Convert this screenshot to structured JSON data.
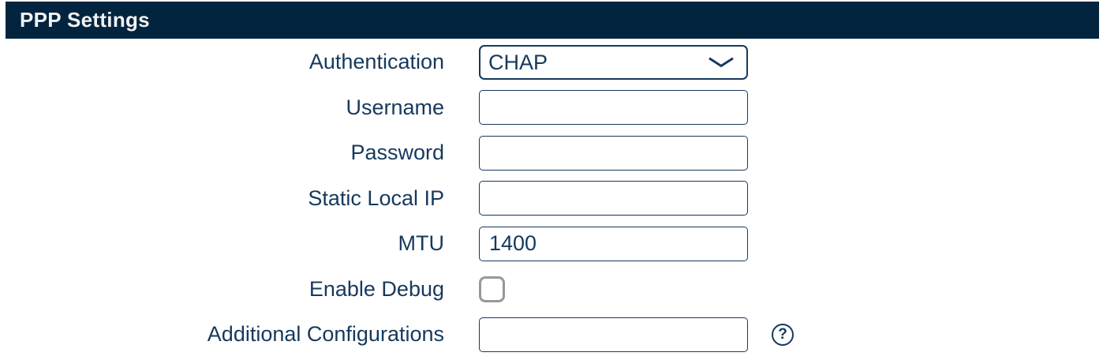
{
  "panel": {
    "title": "PPP Settings"
  },
  "colors": {
    "header_bg": "#03243f",
    "header_text": "#f2f2f2",
    "label_text": "#16395d",
    "input_border": "#16395d",
    "checkbox_border": "#989898"
  },
  "form": {
    "fields": [
      {
        "label": "Authentication",
        "type": "select",
        "value": "CHAP"
      },
      {
        "label": "Username",
        "type": "text",
        "value": "",
        "placeholder": ""
      },
      {
        "label": "Password",
        "type": "password",
        "value": "",
        "placeholder": ""
      },
      {
        "label": "Static Local IP",
        "type": "text",
        "value": "",
        "placeholder": ""
      },
      {
        "label": "MTU",
        "type": "text",
        "value": "1400",
        "placeholder": ""
      },
      {
        "label": "Enable Debug",
        "type": "checkbox",
        "checked": false
      },
      {
        "label": "Additional Configurations",
        "type": "text",
        "value": "",
        "placeholder": "",
        "has_help": true
      }
    ],
    "help_icon_glyph": "?"
  }
}
